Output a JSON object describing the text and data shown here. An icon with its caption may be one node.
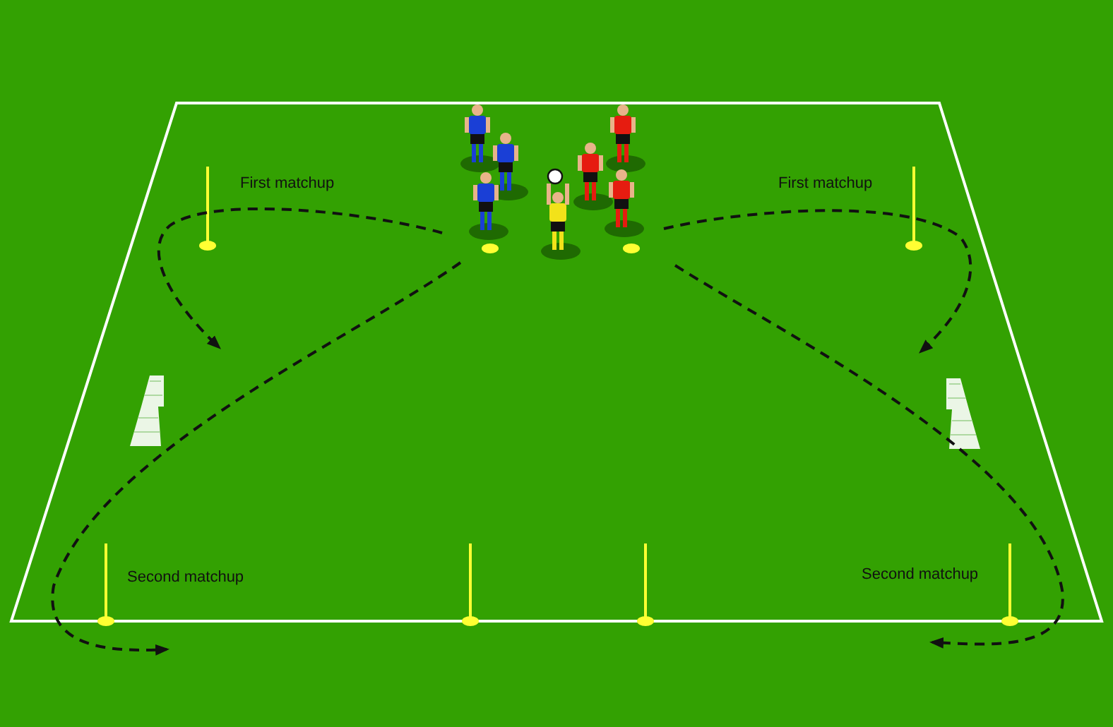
{
  "diagram": {
    "labels": [
      "First matchup",
      "First matchup",
      "Second matchup",
      "Second matchup"
    ]
  }
}
